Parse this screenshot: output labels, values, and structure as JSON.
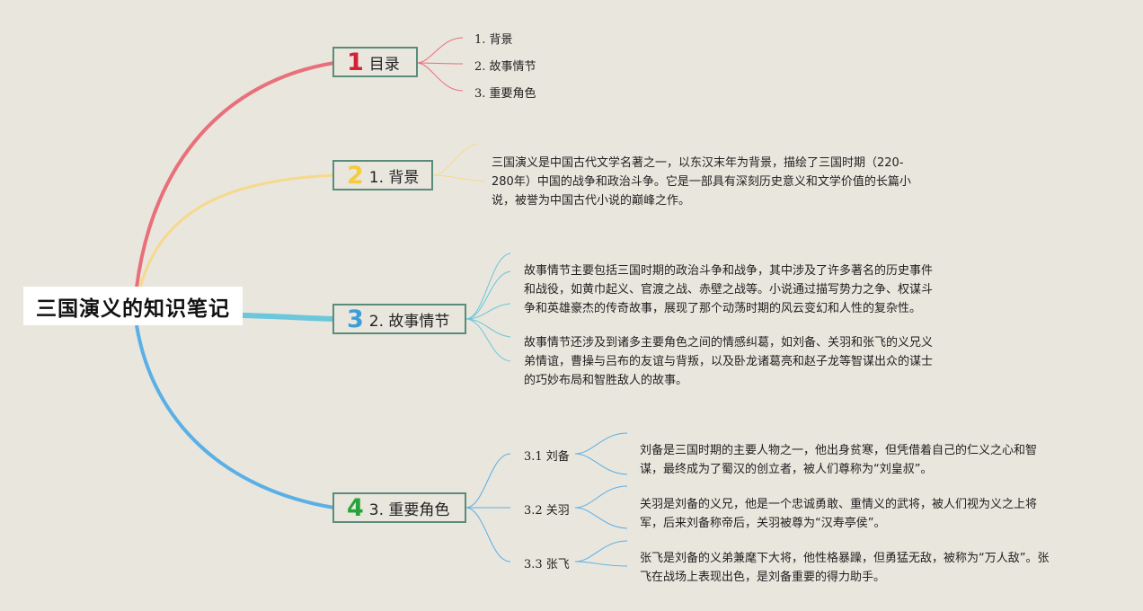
{
  "root": {
    "title": "三国演义的知识笔记"
  },
  "branches": [
    {
      "num": "1",
      "label": "目录",
      "color": "#e8707a",
      "num_color": "#d42235"
    },
    {
      "num": "2",
      "label": "1. 背景",
      "color": "#f6d98a",
      "num_color": "#f4cc3e"
    },
    {
      "num": "3",
      "label": "2. 故事情节",
      "color": "#6cc6dc",
      "num_color": "#3a9fd8"
    },
    {
      "num": "4",
      "label": "3. 重要角色",
      "color": "#5ab0e6",
      "num_color": "#27a33a"
    }
  ],
  "toc": [
    "1. 背景",
    "2. 故事情节",
    "3. 重要角色"
  ],
  "background": {
    "lines": [
      "三国演义是中国古代文学名著之一，以东汉末年为背景，描绘了三国时期（220-",
      "280年）中国的战争和政治斗争。它是一部具有深刻历史意义和文学价值的长篇小",
      "说，被誉为中国古代小说的巅峰之作。"
    ]
  },
  "plot": {
    "para1": [
      "故事情节主要包括三国时期的政治斗争和战争，其中涉及了许多著名的历史事件",
      "和战役，如黄巾起义、官渡之战、赤壁之战等。小说通过描写势力之争、权谋斗",
      "争和英雄豪杰的传奇故事，展现了那个动荡时期的风云变幻和人性的复杂性。"
    ],
    "para2": [
      "故事情节还涉及到诸多主要角色之间的情感纠葛，如刘备、关羽和张飞的义兄义",
      "弟情谊，曹操与吕布的友谊与背叛，以及卧龙诸葛亮和赵子龙等智谋出众的谋士",
      "的巧妙布局和智胜敌人的故事。"
    ]
  },
  "characters": [
    {
      "label": "3.1 刘备",
      "lines": [
        "刘备是三国时期的主要人物之一，他出身贫寒，但凭借着自己的仁义之心和智",
        "谋，最终成为了蜀汉的创立者，被人们尊称为“刘皇叔”。"
      ]
    },
    {
      "label": "3.2 关羽",
      "lines": [
        "关羽是刘备的义兄，他是一个忠诚勇敢、重情义的武将，被人们视为义之上将",
        "军，后来刘备称帝后，关羽被尊为“汉寿亭侯”。"
      ]
    },
    {
      "label": "3.3 张飞",
      "lines": [
        "张飞是刘备的义弟兼麾下大将，他性格暴躁，但勇猛无敌，被称为“万人敌”。张",
        "飞在战场上表现出色，是刘备重要的得力助手。"
      ]
    }
  ],
  "colors": {
    "background": "#e9e6dd",
    "box_border": "#5a8c7a"
  }
}
